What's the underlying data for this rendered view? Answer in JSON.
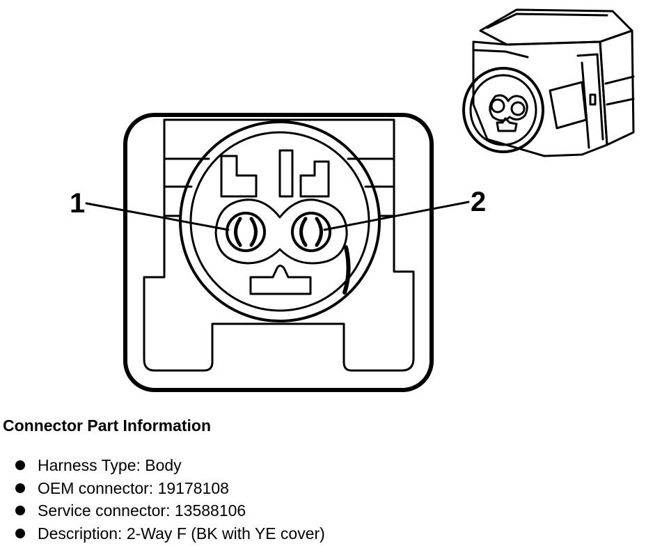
{
  "diagram": {
    "pin_labels": [
      "1",
      "2"
    ]
  },
  "info": {
    "title": "Connector Part Information",
    "items": [
      "Harness Type: Body",
      "OEM connector: 19178108",
      "Service connector: 13588106",
      "Description: 2-Way F (BK with YE cover)"
    ]
  }
}
